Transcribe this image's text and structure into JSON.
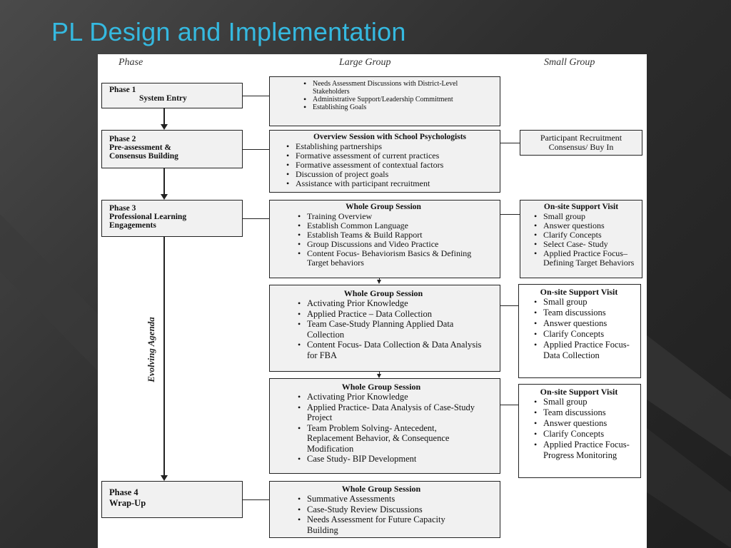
{
  "slide": {
    "title": "PL Design and Implementation"
  },
  "columns": {
    "phase": "Phase",
    "large": "Large Group",
    "small": "Small Group"
  },
  "phases": [
    {
      "line1": "Phase 1",
      "line2": "System Entry"
    },
    {
      "line1": "Phase 2",
      "line2": "Pre-assessment &",
      "line3": "Consensus Building"
    },
    {
      "line1": "Phase 3",
      "line2": "Professional Learning",
      "line3": "Engagements"
    },
    {
      "line1": "Phase 4",
      "line2": "Wrap-Up"
    }
  ],
  "evolving_label": "Evolving Agenda",
  "large": {
    "p1": {
      "items": [
        "Needs Assessment Discussions with District-Level Stakeholders",
        "Administrative Support/Leadership Commitment",
        "Establishing Goals"
      ]
    },
    "p2": {
      "title": "Overview Session with School Psychologists",
      "items": [
        "Establishing partnerships",
        "Formative assessment of  current practices",
        "Formative assessment of contextual factors",
        "Discussion of project goals",
        "Assistance with participant recruitment"
      ]
    },
    "p3a": {
      "title": "Whole Group Session",
      "items": [
        "Training Overview",
        "Establish Common Language",
        "Establish Teams & Build Rapport",
        "Group Discussions and Video Practice",
        "Content Focus-  Behaviorism Basics & Defining Target behaviors"
      ]
    },
    "p3b": {
      "title": "Whole Group Session",
      "items": [
        "Activating Prior Knowledge",
        "Applied Practice – Data Collection",
        "Team Case-Study Planning Applied Data Collection",
        "Content Focus- Data Collection & Data Analysis for FBA"
      ]
    },
    "p3c": {
      "title": "Whole Group Session",
      "items": [
        "Activating Prior Knowledge",
        "Applied Practice- Data Analysis of Case-Study Project",
        "Team Problem Solving-  Antecedent, Replacement Behavior, & Consequence Modification",
        "Case Study- BIP Development"
      ]
    },
    "p4": {
      "title": "Whole Group Session",
      "items": [
        "Summative Assessments",
        "Case-Study Review Discussions",
        "Needs Assessment for Future Capacity Building"
      ]
    }
  },
  "small": {
    "p2": {
      "line1": "Participant Recruitment",
      "line2": "Consensus/ Buy In"
    },
    "p3a": {
      "title": "On-site Support Visit",
      "items": [
        "Small group",
        "Answer questions",
        "Clarify Concepts",
        "Select Case- Study",
        "Applied Practice Focus– Defining Target Behaviors"
      ]
    },
    "p3b": {
      "title": "On-site Support Visit",
      "items": [
        "Small group",
        "Team discussions",
        "Answer questions",
        "Clarify Concepts",
        "Applied Practice Focus- Data Collection"
      ]
    },
    "p3c": {
      "title": "On-site Support Visit",
      "items": [
        "Small group",
        "Team discussions",
        "Answer questions",
        "Clarify Concepts",
        "Applied Practice Focus- Progress Monitoring"
      ]
    }
  }
}
